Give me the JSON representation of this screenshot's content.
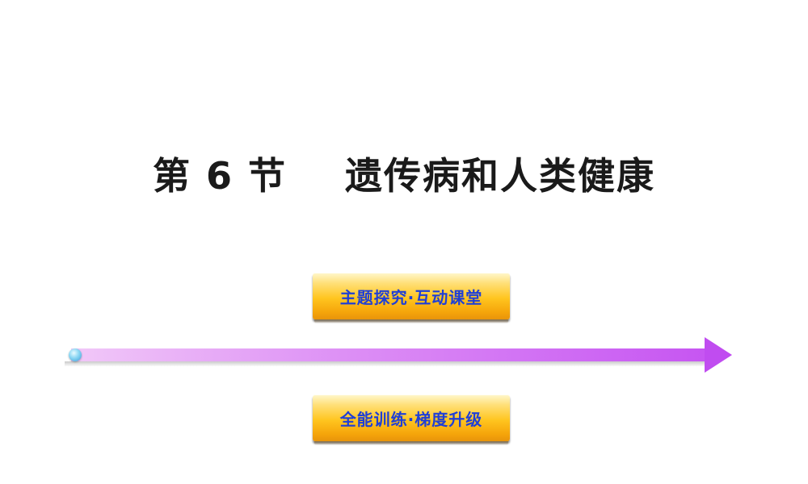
{
  "slide": {
    "title_section": "第 6 节",
    "title_topic": "遗传病和人类健康"
  },
  "nav": {
    "top_button_label": "主题探究·互动课堂",
    "bottom_button_label": "全能训练·梯度升级"
  },
  "colors": {
    "button_text": "#1f3fd6",
    "button_fill": "#ffc51f",
    "arrow": "#c04cf0",
    "title": "#1a1a1a"
  },
  "icons": {
    "arrow": "right-arrow-icon",
    "arrow_start": "dot-icon"
  }
}
